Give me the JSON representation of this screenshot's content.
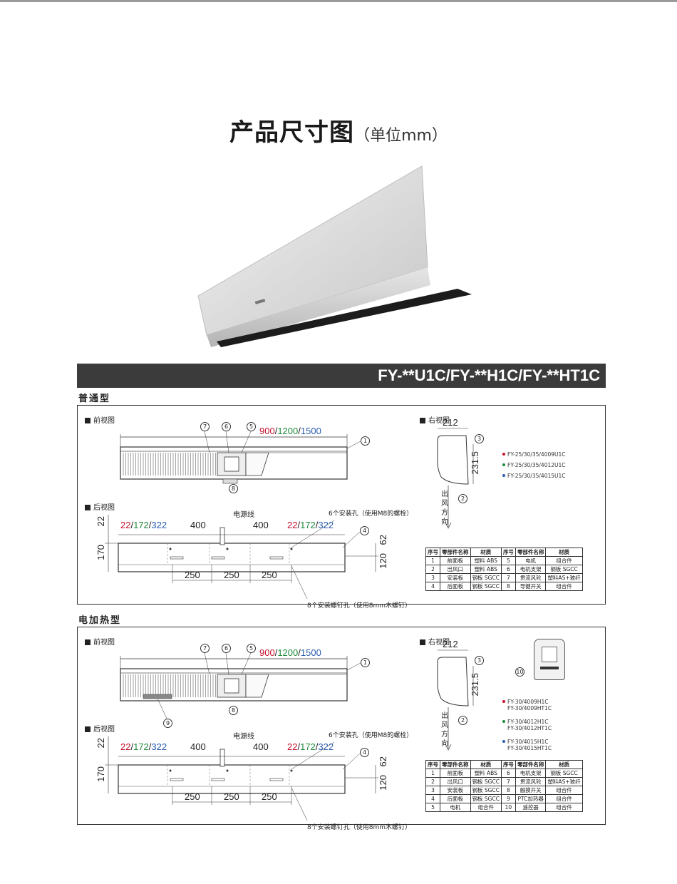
{
  "page": {
    "title_main": "产品尺寸图",
    "title_unit": "（单位mm）",
    "banner": "FY-**U1C/FY-**H1C/FY-**HT1C"
  },
  "colors": {
    "red": "#c8102e",
    "green": "#1f8a3a",
    "blue": "#2a5db0",
    "banner": "#3b3b3b"
  },
  "sections": [
    {
      "label": "普通型",
      "front_view": "前视图",
      "back_view": "后视图",
      "right_view": "右视图",
      "width_red": "900",
      "width_green": "1200",
      "width_blue": "1500",
      "sep": "/",
      "dim_212": "212",
      "dim_231": "231.5",
      "outlet": "出风方向",
      "power_cord": "电源线",
      "holes6": "6个安装孔（使用M8的螺栓）",
      "holes8": "8个安装螺钉孔（使用8mm木螺钉）",
      "d22": "22",
      "d170": "170",
      "d400a": "400",
      "d400b": "400",
      "d62": "62",
      "d120": "120",
      "d250a": "250",
      "d250b": "250",
      "d250c": "250",
      "off_red": "22",
      "off_green": "172",
      "off_blue": "322",
      "models": [
        {
          "text": "FY-25/30/35/4009U1C",
          "color": "#c8102e"
        },
        {
          "text": "FY-25/30/35/4012U1C",
          "color": "#1f8a3a"
        },
        {
          "text": "FY-25/30/35/4015U1C",
          "color": "#2a5db0"
        }
      ],
      "table_headers": [
        "序号",
        "零部件名称",
        "材质",
        "序号",
        "零部件名称",
        "材质"
      ],
      "table_rows": [
        [
          "1",
          "前面板",
          "塑料  ABS",
          "5",
          "电机",
          "组合件"
        ],
        [
          "2",
          "出风口",
          "塑料  ABS",
          "6",
          "电机支架",
          "钢板  SGCC"
        ],
        [
          "3",
          "安装板",
          "钢板  SGCC",
          "7",
          "贯流风轮",
          "塑料AS+玻纤"
        ],
        [
          "4",
          "后面板",
          "钢板  SGCC",
          "8",
          "导键开关",
          "组合件"
        ]
      ]
    },
    {
      "label": "电加热型",
      "front_view": "前视图",
      "back_view": "后视图",
      "right_view": "右视图",
      "width_red": "900",
      "width_green": "1200",
      "width_blue": "1500",
      "sep": "/",
      "dim_212": "212",
      "dim_231": "231.5",
      "outlet": "出风方向",
      "power_cord": "电源线",
      "holes6": "6个安装孔（使用M8的螺栓）",
      "holes8": "8个安装螺钉孔（使用8mm木螺钉）",
      "d22": "22",
      "d170": "170",
      "d400a": "400",
      "d400b": "400",
      "d62": "62",
      "d120": "120",
      "d250a": "250",
      "d250b": "250",
      "d250c": "250",
      "off_red": "22",
      "off_green": "172",
      "off_blue": "322",
      "models": [
        {
          "text": "FY-30/4009H1C",
          "color": "#c8102e"
        },
        {
          "text": "FY-30/4009HT1C",
          "color": ""
        },
        {
          "text": "FY-30/4012H1C",
          "color": "#1f8a3a"
        },
        {
          "text": "FY-30/4012HT1C",
          "color": ""
        },
        {
          "text": "FY-30/4015H1C",
          "color": "#2a5db0"
        },
        {
          "text": "FY-30/4015HT1C",
          "color": ""
        }
      ],
      "table_headers": [
        "序号",
        "零部件名称",
        "材质",
        "序号",
        "零部件名称",
        "材质"
      ],
      "table_rows": [
        [
          "1",
          "前面板",
          "塑料  ABS",
          "6",
          "电机支架",
          "钢板  SGCC"
        ],
        [
          "2",
          "出风口",
          "钢板  SGCC",
          "7",
          "贯流风轮",
          "塑料AS+玻纤"
        ],
        [
          "3",
          "安装板",
          "钢板  SGCC",
          "8",
          "触摸开关",
          "组合件"
        ],
        [
          "4",
          "后面板",
          "钢板  SGCC",
          "9",
          "PTC加热器",
          "组合件"
        ],
        [
          "5",
          "电机",
          "组合件",
          "10",
          "遥控器",
          "组合件"
        ]
      ]
    }
  ]
}
